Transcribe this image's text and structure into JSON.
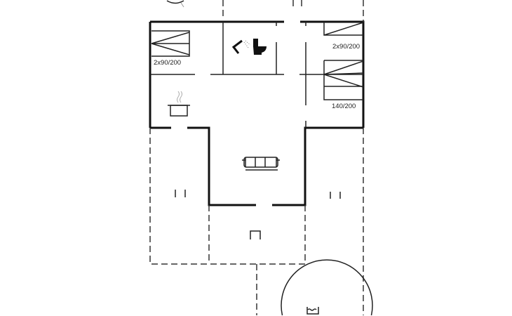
{
  "plan": {
    "bedroom_left_label": "2x90/200",
    "bedroom_right_top_label": "2x90/200",
    "bedroom_right_bottom_label": "140/200"
  },
  "colors": {
    "wall": "#111111",
    "background": "#ffffff"
  }
}
